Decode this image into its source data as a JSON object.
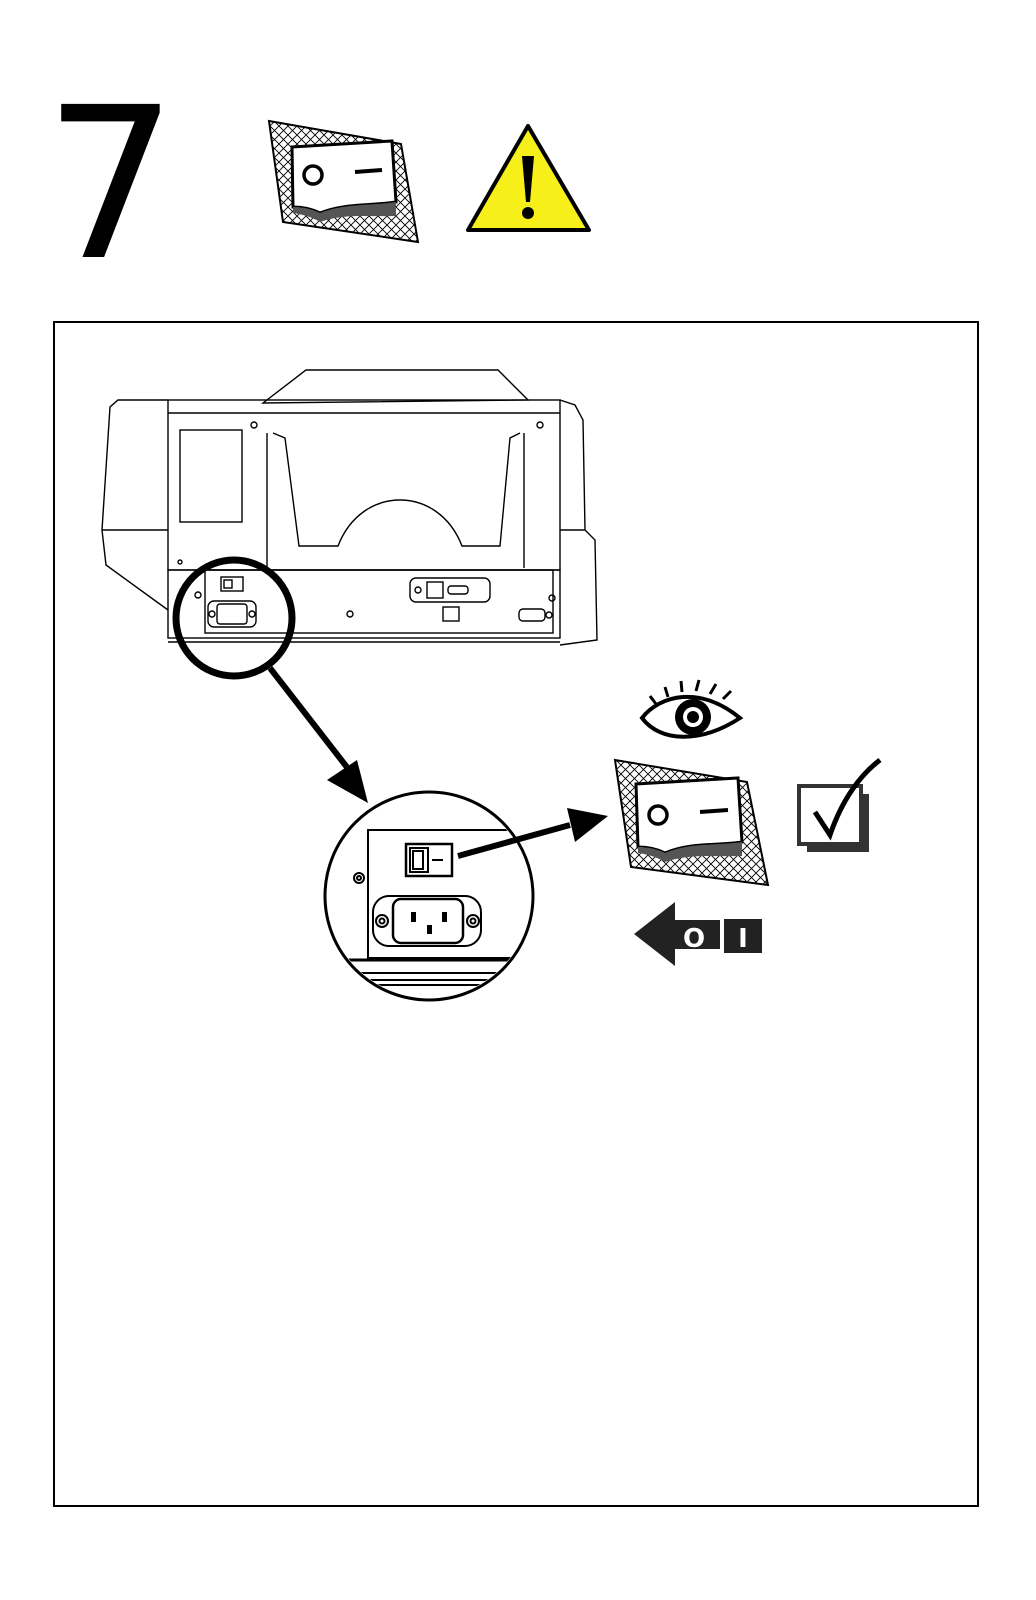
{
  "step": {
    "number": "7"
  },
  "colors": {
    "warning_yellow": "#f6ef1a",
    "outline": "#000000",
    "switch_shadow": "#555555",
    "symbol_fill": "#222222"
  },
  "icons": {
    "header_switch": "power-switch-off-icon",
    "warning": "warning-triangle-icon",
    "eye": "eye-icon",
    "inset_switch": "power-switch-off-icon",
    "check": "checkbox-checked-icon",
    "direction_arrow": "arrow-left-icon"
  },
  "switch_symbols": {
    "off": "O",
    "on": "I"
  }
}
